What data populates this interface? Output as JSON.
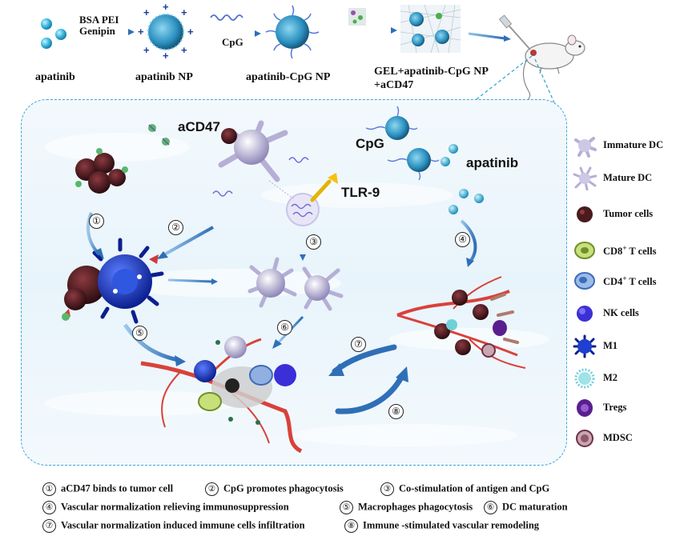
{
  "top_row": {
    "reagent_label_1": "BSA PEI",
    "reagent_label_2": "Genipin",
    "cpg_arrow_label": "CpG",
    "stage_1": "apatinib",
    "stage_2": "apatinib NP",
    "stage_3": "apatinib-CpG NP",
    "stage_4_line1": "GEL+apatinib-CpG NP",
    "stage_4_line2": "+aCD47"
  },
  "main_panel": {
    "acd47_label": "aCD47",
    "cpg_label": "CpG",
    "apatinib_label": "apatinib",
    "tlr9_label": "TLR-9",
    "step_markers": [
      "①",
      "②",
      "③",
      "④",
      "⑤",
      "⑥",
      "⑦",
      "⑧"
    ]
  },
  "legend": [
    {
      "icon": "immature-dc-icon",
      "label": "Immature DC"
    },
    {
      "icon": "mature-dc-icon",
      "label": "Mature DC"
    },
    {
      "icon": "tumor-cell-icon",
      "label": "Tumor cells"
    },
    {
      "icon": "cd8-t-cell-icon",
      "label_main": "CD8",
      "label_sup": "+",
      "label_rest": " T cells"
    },
    {
      "icon": "cd4-t-cell-icon",
      "label_main": "CD4",
      "label_sup": "+",
      "label_rest": " T cells"
    },
    {
      "icon": "nk-cell-icon",
      "label": "NK cells"
    },
    {
      "icon": "m1-macrophage-icon",
      "label": "M1"
    },
    {
      "icon": "m2-macrophage-icon",
      "label": "M2"
    },
    {
      "icon": "treg-icon",
      "label": "Tregs"
    },
    {
      "icon": "mdsc-icon",
      "label": "MDSC"
    }
  ],
  "notes": [
    {
      "num": "①",
      "text": "aCD47 binds to tumor cell"
    },
    {
      "num": "②",
      "text": "CpG promotes  phagocytosis"
    },
    {
      "num": "③",
      "text": "Co-stimulation of  antigen and CpG"
    },
    {
      "num": "④",
      "text": "Vascular normalization relieving immunosuppression"
    },
    {
      "num": "⑤",
      "text": "Macrophages phagocytosis"
    },
    {
      "num": "⑥",
      "text": "DC maturation"
    },
    {
      "num": "⑦",
      "text": "Vascular normalization induced  immune cells  infiltration"
    },
    {
      "num": "⑧",
      "text": "Immune -stimulated vascular remodeling"
    }
  ],
  "colors": {
    "panel_border": "#3aa6d8",
    "arrow_blue": "#2f6fb7",
    "nanoparticle": "#3c8fc0",
    "tumor": "#4a1a1e",
    "vessel": "#d9413a"
  }
}
